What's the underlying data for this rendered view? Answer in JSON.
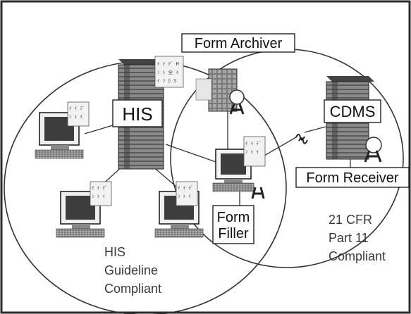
{
  "labels": {
    "form_archiver": "Form Archiver",
    "his": "HIS",
    "cdms": "CDMS",
    "form_receiver": "Form Receiver",
    "form_filler_line1": "Form",
    "form_filler_line2": "Filler",
    "his_caption_line1": "HIS",
    "his_caption_line2": "Guideline",
    "his_caption_line3": "Compliant",
    "cfr_caption_line1": "21 CFR",
    "cfr_caption_line2": "Part 11",
    "cfr_caption_line3": "Compliant"
  },
  "colors": {
    "line": "#333333",
    "server": "#555555",
    "screen": "#3d3d3d",
    "frame": "#2a2a2a"
  }
}
